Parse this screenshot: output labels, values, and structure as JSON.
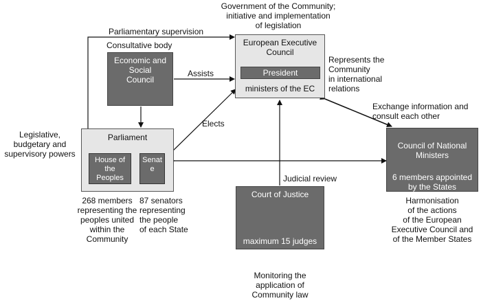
{
  "labels": {
    "gov_caption": [
      "Government of the Community;",
      "initiative and implementation",
      "of legislation"
    ],
    "parliamentary_supervision": "Parliamentary supervision",
    "consultative_body": "Consultative body",
    "assists": "Assists",
    "elects": "Elects",
    "represents": [
      "Represents the",
      "Community",
      "in international",
      "relations"
    ],
    "exchange": [
      "Exchange information and",
      "consult each other"
    ],
    "legislative": [
      "Legislative,",
      "budgetary and",
      "supervisory powers"
    ],
    "judicial_review": "Judicial review",
    "members_268": [
      "268 members",
      "representing the",
      "peoples united",
      "within the",
      "Community"
    ],
    "senators_87": [
      "87 senators",
      "representing",
      "the people",
      "of each State"
    ],
    "harmonisation": [
      "Harmonisation",
      "of the actions",
      "of the European",
      "Executive Council and",
      "of the Member States"
    ],
    "monitoring": [
      "Monitoring the",
      "application of",
      "Community law"
    ]
  },
  "boxes": {
    "eec": {
      "title": [
        "European Executive",
        "Council"
      ],
      "president": "President",
      "ministers": "ministers of the EC"
    },
    "esc": {
      "title": [
        "Economic and",
        "Social",
        "Council"
      ]
    },
    "parliament": {
      "title": "Parliament",
      "house": [
        "House of",
        "the",
        "Peoples"
      ],
      "senate": [
        "Senat",
        "e"
      ]
    },
    "cnm": {
      "title": [
        "Council of National",
        "Ministers"
      ],
      "members": [
        "6 members appointed",
        "by the States"
      ]
    },
    "court": {
      "title": "Court of Justice",
      "judges": "maximum 15 judges"
    }
  }
}
